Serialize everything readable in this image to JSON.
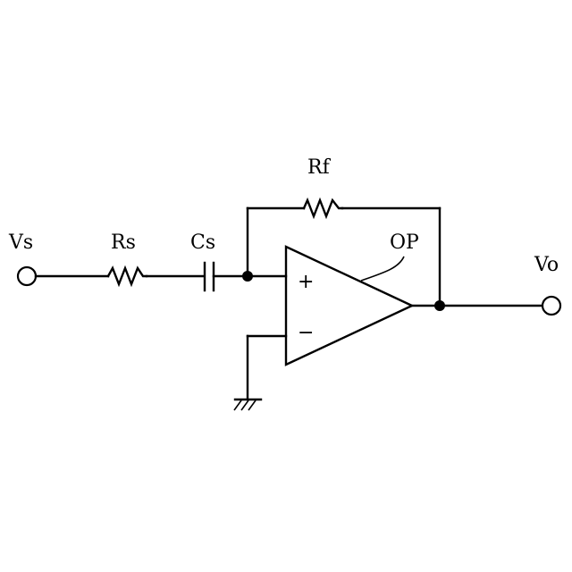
{
  "labels": {
    "input": "Vs",
    "output": "Vo",
    "source_resistor": "Rs",
    "coupling_capacitor": "Cs",
    "feedback_resistor": "Rf",
    "opamp": "OP",
    "plus_sign": "+",
    "minus_sign": "−"
  }
}
